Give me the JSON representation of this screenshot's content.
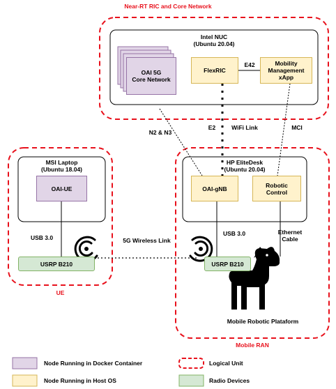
{
  "groups": {
    "near_rt": "Near-RT RIC and Core Network",
    "mobile_ran": "Mobile RAN",
    "ue": "UE"
  },
  "hosts": {
    "intel_nuc": [
      "Intel NUC",
      "(Ubuntu 20.04)"
    ],
    "hp_elitedesk": [
      "HP EliteDesk",
      "(Ubuntu 20.04)"
    ],
    "msi_laptop": [
      "MSI Laptop",
      "(Ubuntu 18.04)"
    ]
  },
  "nodes": {
    "oai_5g_core": [
      "OAI 5G",
      "Core Network"
    ],
    "flexric": "FlexRIC",
    "mobility_xapp": [
      "Mobility",
      "Management",
      "xApp"
    ],
    "oai_gnb": "OAI-gNB",
    "robotic_control": [
      "Robotic",
      "Control"
    ],
    "oai_ue": "OAI-UE",
    "usrp_gnb": "USRP B210",
    "usrp_ue": "USRP B210"
  },
  "links": {
    "e42": "E42",
    "n2_n3": "N2 & N3",
    "e2": "E2",
    "wifi": "WiFi Link",
    "mci": "MCI",
    "usb_gnb": "USB 3.0",
    "usb_ue": "USB 3.0",
    "ethernet": [
      "Ethernet",
      "Cable"
    ],
    "wireless": "5G Wireless Link"
  },
  "robot_caption": "Mobile Robotic Plataform",
  "legend": {
    "docker": "Node Running in Docker Container",
    "host_os": "Node Running in Host OS",
    "logical_unit": "Logical Unit",
    "radio": "Radio Devices"
  },
  "colors": {
    "red": "#e8111c",
    "purple_fill": "#e1d5e7",
    "yellow_fill": "#fff2cc",
    "green_fill": "#d5e8d4"
  }
}
